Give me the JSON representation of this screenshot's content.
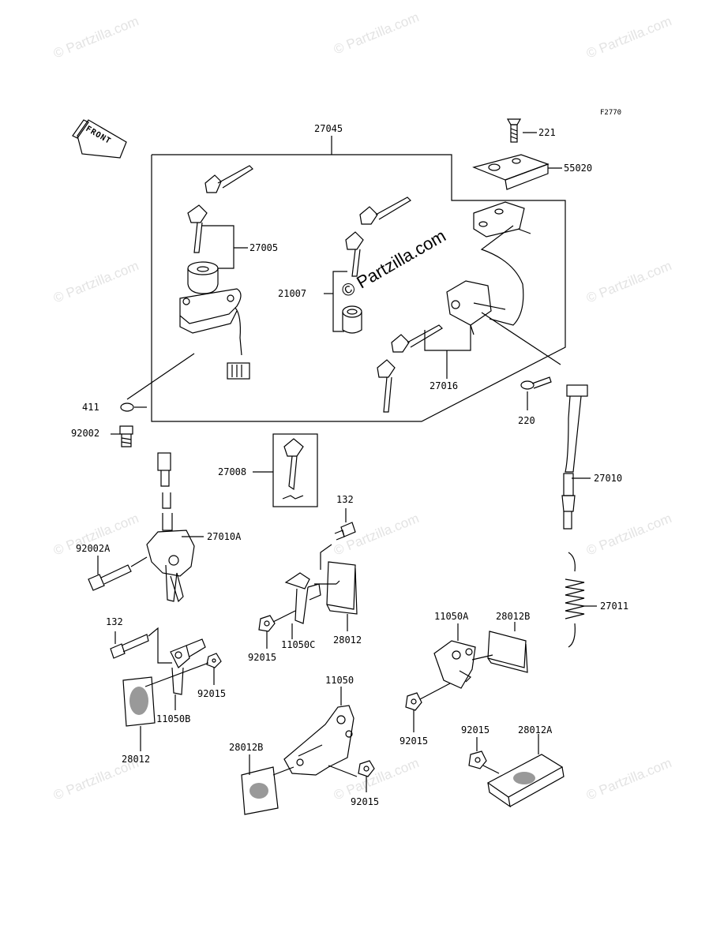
{
  "diagram_code": "F2770",
  "front_label": "FRONT",
  "watermark": "© Partzilla.com",
  "center_watermark": "© Partzilla.com",
  "parts": {
    "p27045": "27045",
    "p221": "221",
    "p55020": "55020",
    "p27005": "27005",
    "p21007": "21007",
    "p27016": "27016",
    "p220": "220",
    "p411": "411",
    "p92002": "92002",
    "p27008": "27008",
    "p27010": "27010",
    "p27010a": "27010A",
    "p92002a": "92002A",
    "p132_top": "132",
    "p11050c": "11050C",
    "p28012_mid": "28012",
    "p92015_mid": "92015",
    "p27011": "27011",
    "p132_left": "132",
    "p92015_left": "92015",
    "p11050b": "11050B",
    "p28012_left": "28012",
    "p11050a": "11050A",
    "p28012b_right": "28012B",
    "p11050": "11050",
    "p92015_right": "92015",
    "p92015_br": "92015",
    "p28012a": "28012A",
    "p28012b_bottom": "28012B",
    "p92015_bottom": "92015"
  }
}
